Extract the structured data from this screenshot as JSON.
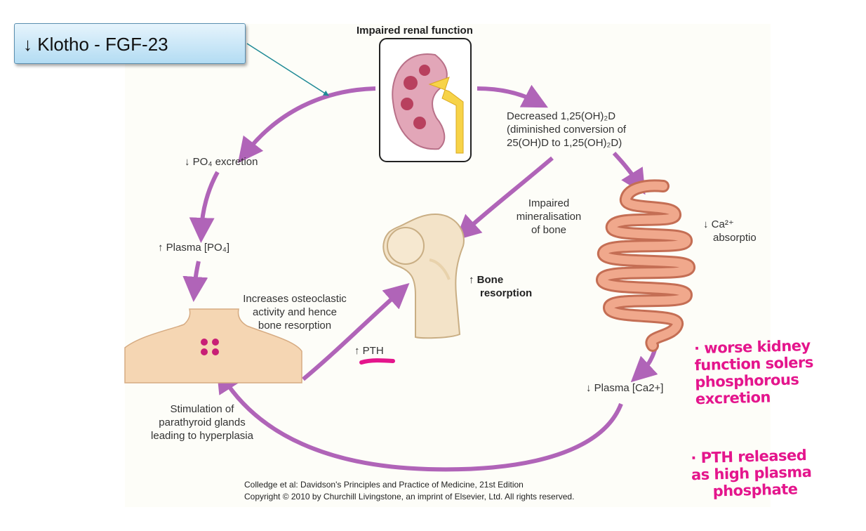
{
  "callout": {
    "text": "↓ Klotho - FGF-23"
  },
  "diagram": {
    "title": "Impaired renal function",
    "decreased_vitd": [
      "Decreased 1,25(OH)₂D",
      "(diminished conversion of",
      "25(OH)D to 1,25(OH)₂D)"
    ],
    "po4_excretion": "↓ PO₄ excretion",
    "plasma_po4": "↑ Plasma [PO₄]",
    "impaired_mineral": [
      "Impaired",
      "mineralisation",
      "of bone"
    ],
    "ca_absorption": [
      "↓ Ca²⁺",
      "absorptio"
    ],
    "bone_resorption": [
      "↑ Bone",
      "resorption"
    ],
    "osteoclastic": [
      "Increases osteoclastic",
      "activity and hence",
      "bone resorption"
    ],
    "pth": "↑ PTH",
    "plasma_ca": "↓ Plasma [Ca2+]",
    "parathyroid": [
      "Stimulation of",
      "parathyroid glands",
      "leading to hyperplasia"
    ]
  },
  "caption": {
    "line1": "Colledge et al: Davidson's Principles and Practice of Medicine, 21st Edition",
    "line2": "Copyright © 2010 by Churchill Livingstone, an imprint of Elsevier, Ltd. All rights reserved."
  },
  "notes": {
    "note1": [
      "· worse kidney",
      "function solers",
      "phosphorous",
      "excretion"
    ],
    "note2": [
      "· PTH released",
      "as high plasma",
      "phosphate"
    ]
  },
  "colors": {
    "arrow": "#b064b8",
    "pointer": "#1f8a96",
    "highlight": "#e4158c"
  }
}
